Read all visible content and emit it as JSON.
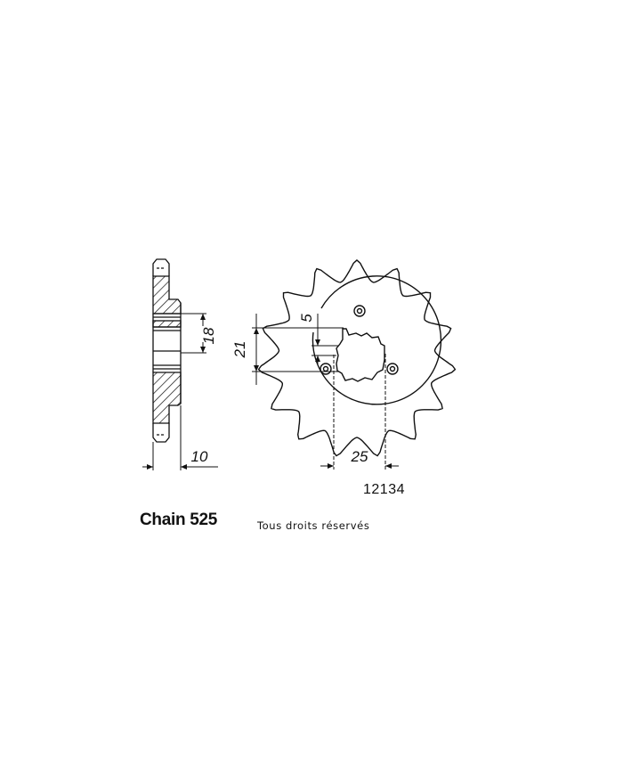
{
  "diagram": {
    "type": "technical-drawing",
    "subject": "front sprocket",
    "part_number": "12134",
    "chain_label": "Chain 525",
    "copyright": "Tous droits réservés",
    "teeth_count": 15,
    "dimensions": {
      "hub_width": "10",
      "hub_bore_height": "18",
      "spline_minor": "21",
      "spline_width": "5",
      "bolt_spacing": "25"
    },
    "colors": {
      "line": "#111111",
      "background": "#ffffff"
    }
  }
}
